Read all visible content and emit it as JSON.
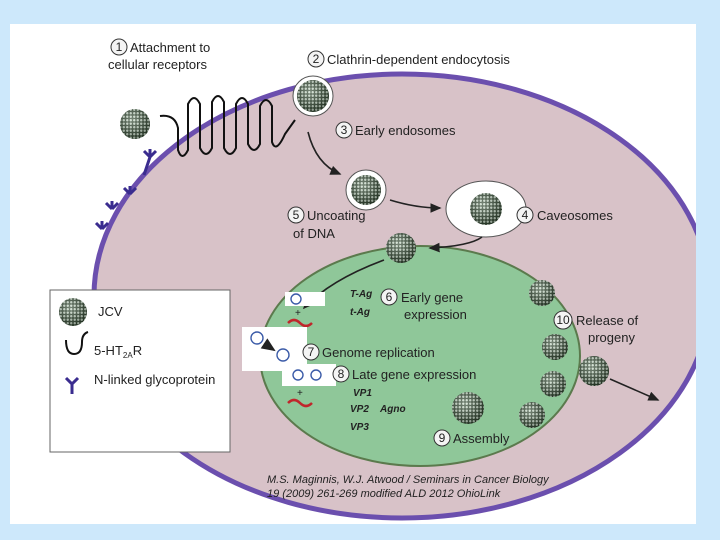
{
  "steps": [
    {
      "num": "1",
      "line1": "Attachment to",
      "line2": "cellular receptors"
    },
    {
      "num": "2",
      "line1": "Clathrin-dependent endocytosis"
    },
    {
      "num": "3",
      "line1": "Early endosomes"
    },
    {
      "num": "4",
      "line1": "Caveosomes"
    },
    {
      "num": "5",
      "line1": "Uncoating",
      "line2": "of DNA"
    },
    {
      "num": "6",
      "line1": "Early gene",
      "line2": "expression"
    },
    {
      "num": "7",
      "line1": "Genome replication"
    },
    {
      "num": "8",
      "line1": "Late gene expression"
    },
    {
      "num": "9",
      "line1": "Assembly"
    },
    {
      "num": "10",
      "line1": "Release of",
      "line2": "progeny"
    }
  ],
  "genes": {
    "early": [
      "T-Ag",
      "t-Ag"
    ],
    "late": [
      "VP1",
      "VP2",
      "Agno",
      "VP3"
    ]
  },
  "legend": {
    "jcv": "JCV",
    "receptor_prefix": "5-HT",
    "receptor_sub": "2A",
    "receptor_suffix": "R",
    "glyco": "N-linked glycoprotein"
  },
  "citation": {
    "line1": "M.S. Maginnis, W.J. Atwood / Seminars in Cancer Biology",
    "line2": "19 (2009) 261-269 modified  ALD 2012  OhioLink"
  },
  "colors": {
    "background": "#cde8fb",
    "cytoplasm": "#d8c2c8",
    "membrane": "#6b4fae",
    "nucleus": "#8fc799",
    "virus": "#3f5a3f",
    "mrna": "#c0262b"
  }
}
